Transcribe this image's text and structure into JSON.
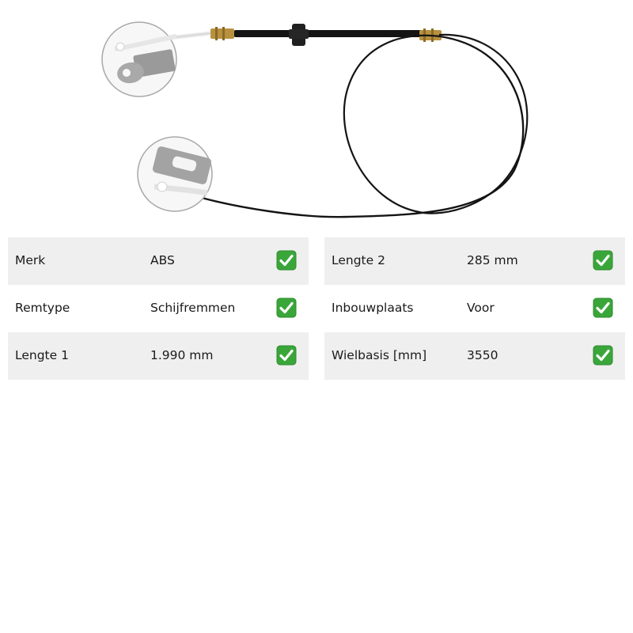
{
  "colors": {
    "row_shade": "#efefef",
    "check_green": "#3aa63a",
    "cable": "#141414"
  },
  "specs": {
    "left": [
      {
        "label": "Merk",
        "value": "ABS",
        "icon": "check-icon"
      },
      {
        "label": "Remtype",
        "value": "Schijfremmen",
        "icon": "check-icon"
      },
      {
        "label": "Lengte 1",
        "value": "1.990 mm",
        "icon": "check-icon"
      }
    ],
    "right": [
      {
        "label": "Lengte 2",
        "value": "285 mm",
        "icon": "check-icon"
      },
      {
        "label": "Inbouwplaats",
        "value": "Voor",
        "icon": "check-icon"
      },
      {
        "label": "Wielbasis [mm]",
        "value": "3550",
        "icon": "check-icon"
      }
    ]
  }
}
